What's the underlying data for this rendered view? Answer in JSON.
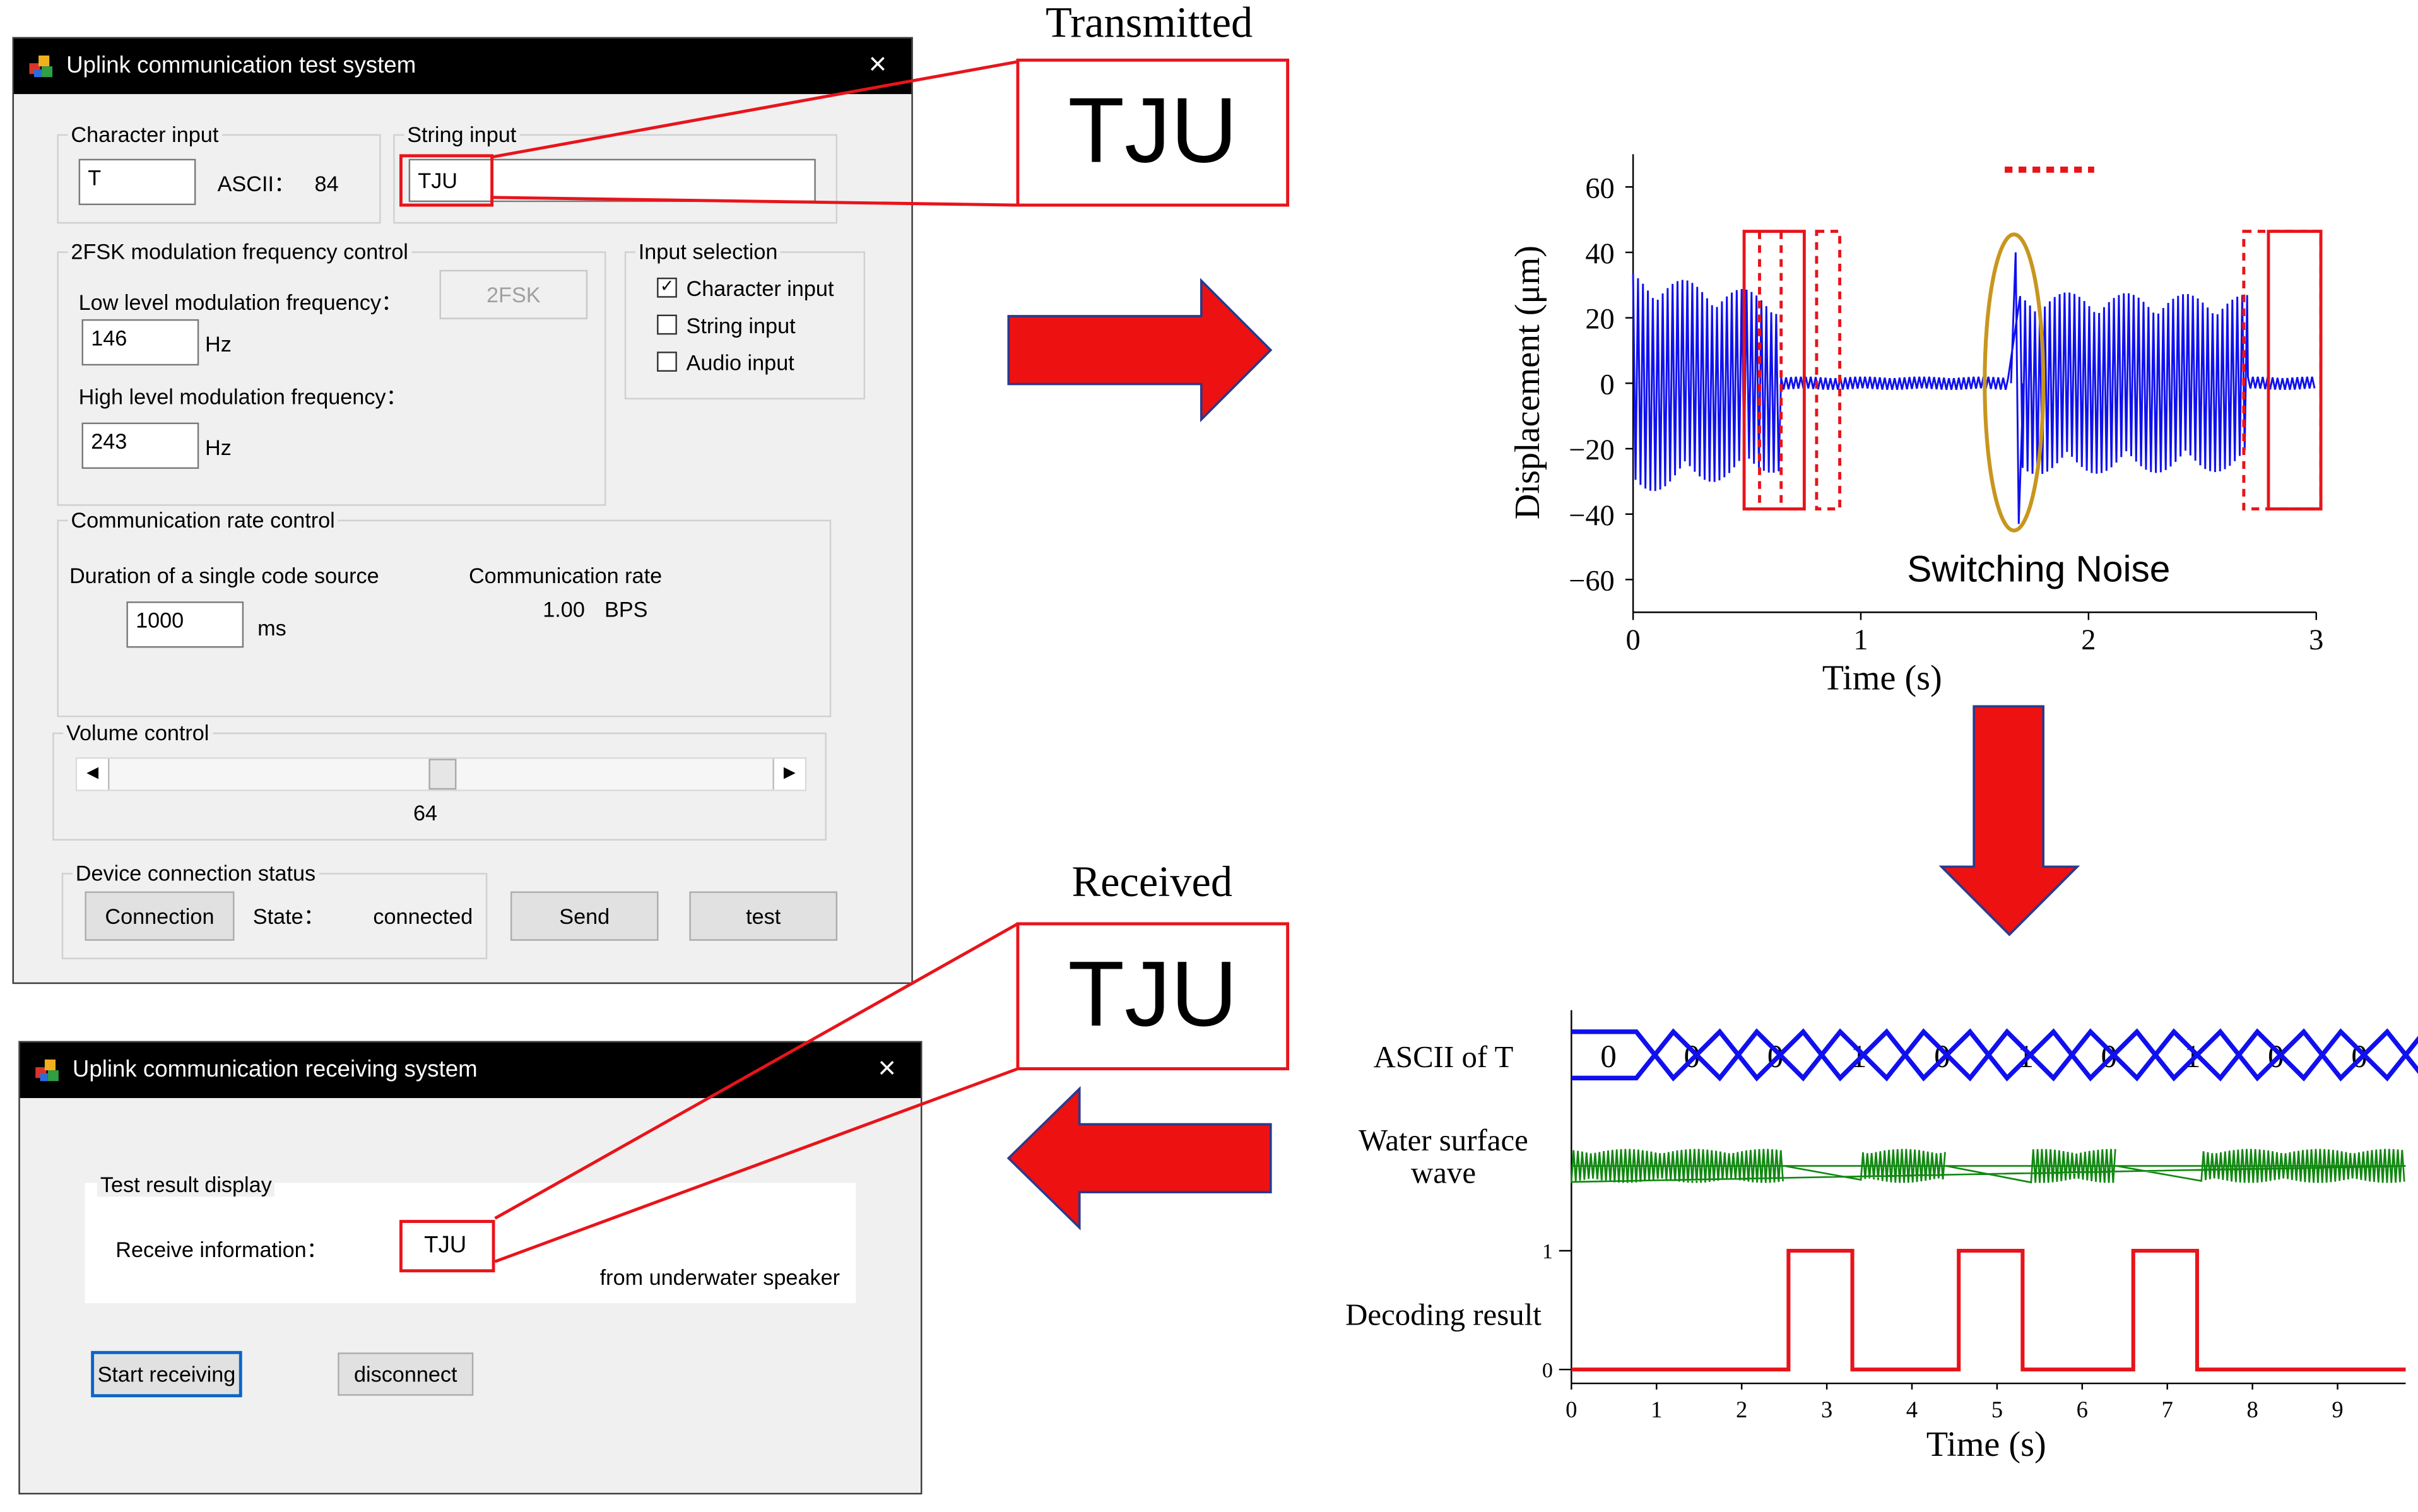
{
  "tx_window": {
    "title": "Uplink communication test system",
    "close_glyph": "×",
    "char_input": {
      "group_label": "Character input",
      "value": "T",
      "ascii_label": "ASCII：",
      "ascii_value": "84"
    },
    "string_input": {
      "group_label": "String input",
      "value": "TJU"
    },
    "fsk": {
      "group_label": "2FSK modulation frequency control",
      "button_label": "2FSK",
      "low_label": "Low level modulation frequency：",
      "low_value": "146",
      "high_label": "High level modulation frequency：",
      "high_value": "243",
      "unit": "Hz"
    },
    "input_selection": {
      "group_label": "Input selection",
      "options": [
        {
          "label": "Character input",
          "checked": true
        },
        {
          "label": "String input",
          "checked": false
        },
        {
          "label": "Audio input",
          "checked": false
        }
      ]
    },
    "rate": {
      "group_label": "Communication rate control",
      "duration_label": "Duration of a single code source",
      "duration_value": "1000",
      "duration_unit": "ms",
      "rate_label": "Communication rate",
      "rate_value": "1.00",
      "rate_unit": "BPS"
    },
    "volume": {
      "group_label": "Volume control",
      "value": "64",
      "fraction": 0.5
    },
    "device": {
      "group_label": "Device connection status",
      "connect_button": "Connection",
      "state_label": "State：",
      "state_value": "connected"
    },
    "send_button": "Send",
    "test_button": "test"
  },
  "rx_window": {
    "title": "Uplink communication receiving system",
    "close_glyph": "×",
    "result_group": "Test result display",
    "receive_label": "Receive information：",
    "receive_value": "TJU",
    "source_note": "from underwater speaker",
    "start_button": "Start receiving",
    "disconnect_button": "disconnect"
  },
  "callouts": {
    "transmitted_title": "Transmitted",
    "transmitted_text": "TJU",
    "received_title": "Received",
    "received_text": "TJU"
  },
  "colors": {
    "accent_red": "#e8141b",
    "signal_blue": "#1010ee",
    "signal_green": "#118811",
    "ellipse_gold": "#c8961e"
  },
  "chart_data": [
    {
      "type": "line",
      "xlabel": "Time (s)",
      "ylabel": "Displacement (μm)",
      "xlim": [
        0,
        3
      ],
      "ylim": [
        -70,
        70
      ],
      "xticks": [
        0,
        1,
        2,
        3
      ],
      "yticks": [
        60,
        40,
        20,
        0,
        -20,
        -40,
        -60
      ],
      "xtick_labels": [
        "0",
        "1",
        "2",
        "3"
      ],
      "ytick_labels": [
        "60",
        "40",
        "20",
        "0",
        "−20",
        "−40",
        "−60"
      ],
      "annotation": "Switching Noise",
      "segments": [
        {
          "x": [
            0,
            0.65
          ],
          "amplitude_start": 34,
          "amplitude_end": 27
        },
        {
          "x": [
            0.65,
            1.65
          ],
          "amplitude_start": 2,
          "amplitude_end": 2
        },
        {
          "x": [
            1.7,
            2.7
          ],
          "amplitude_start": 28,
          "amplitude_end": 27
        },
        {
          "x": [
            2.7,
            3.0
          ],
          "amplitude_start": 2,
          "amplitude_end": 2
        }
      ],
      "spike": {
        "x": 1.68,
        "peak": 40,
        "trough": -43
      },
      "legend_mark_color": "#e8141b"
    },
    {
      "type": "line",
      "xlabel": "Time (s)",
      "xlim": [
        0,
        9.8
      ],
      "xticks": [
        0,
        1,
        2,
        3,
        4,
        5,
        6,
        7,
        8,
        9
      ],
      "xtick_labels": [
        "0",
        "1",
        "2",
        "3",
        "4",
        "5",
        "6",
        "7",
        "8",
        "9"
      ],
      "row_labels": {
        "ascii": "ASCII of T",
        "wave": "Water surface wave",
        "decode": "Decoding result"
      },
      "ascii_bits": [
        "0",
        "0",
        "0",
        "1",
        "0",
        "1",
        "0",
        "1",
        "0",
        "0"
      ],
      "wave_active": [
        [
          0,
          2.5
        ],
        [
          3.4,
          4.4
        ],
        [
          5.4,
          6.4
        ],
        [
          7.4,
          9.8
        ]
      ],
      "decode_levels": [
        "0",
        "1"
      ],
      "decode_highs": [
        [
          2.55,
          3.3
        ],
        [
          4.55,
          5.3
        ],
        [
          6.6,
          7.35
        ]
      ]
    }
  ]
}
